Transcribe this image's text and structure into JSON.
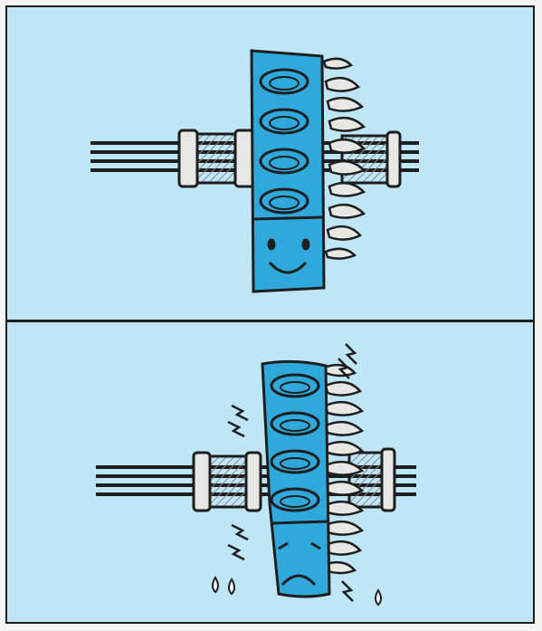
{
  "illustration": {
    "panels": [
      {
        "state": "happy",
        "expression": "smile"
      },
      {
        "state": "distressed",
        "expression": "frown",
        "effects": [
          "zap-marks",
          "sweat-drops"
        ]
      }
    ],
    "colors": {
      "background": "#bfe6f6",
      "blue_part": "#2fa8dc",
      "outline": "#1e1e1e",
      "metal": "#e7e7e4",
      "hatch": "#8a8a8a"
    },
    "icons": [
      "shaft-icon",
      "bushing-icon",
      "blue-seal-icon",
      "spring-coil-icon",
      "face-icon",
      "zap-icon",
      "drop-icon"
    ]
  }
}
